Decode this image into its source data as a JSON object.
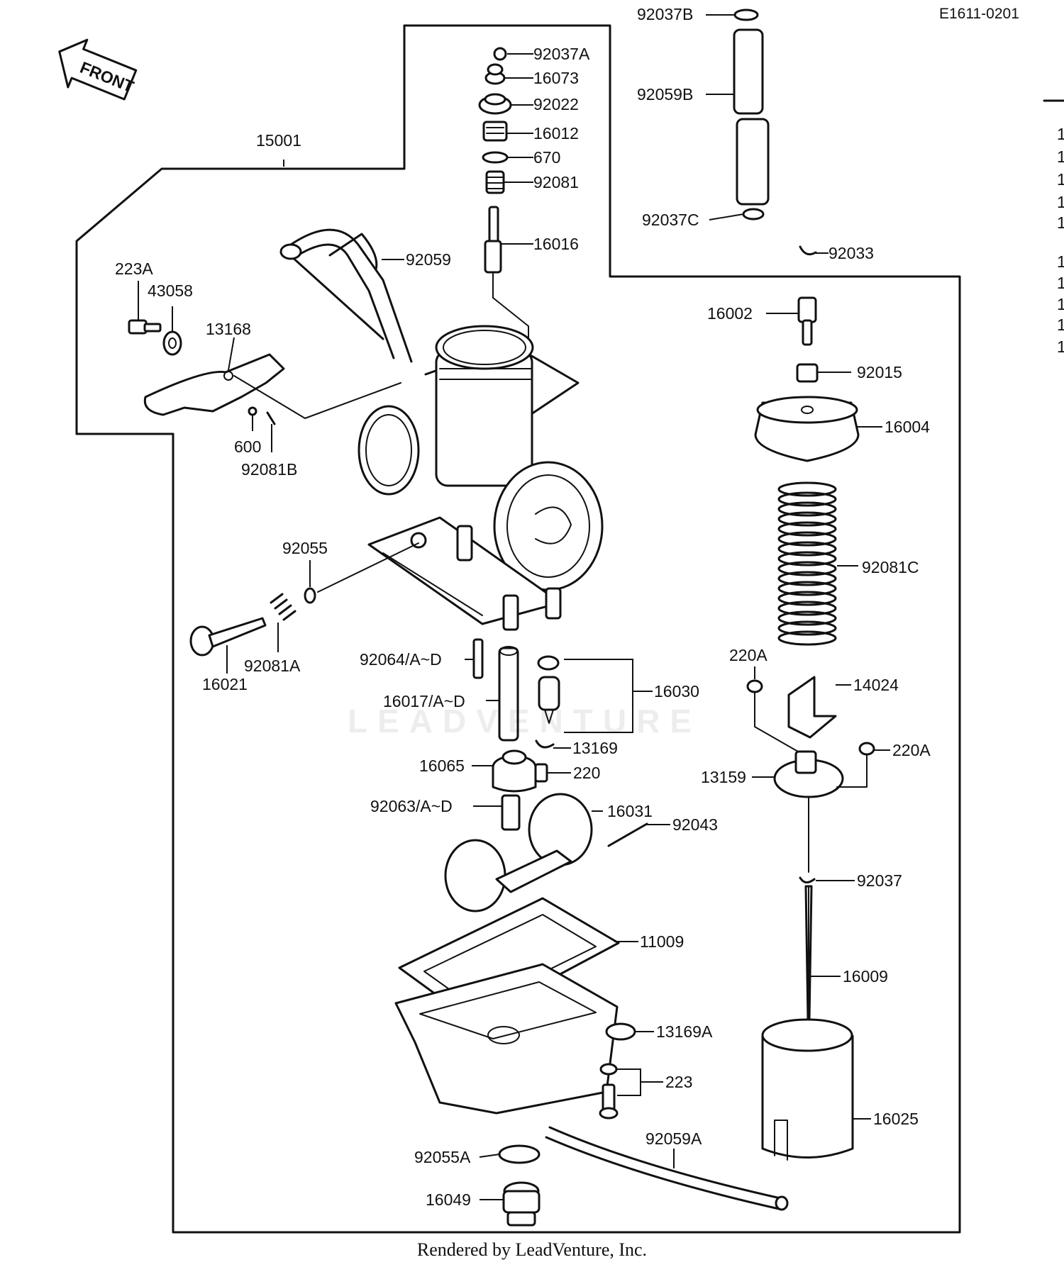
{
  "drawing": {
    "code": "E1611-0201",
    "front_label": "FRONT",
    "watermark": "LEADVENTURE",
    "footer": "Rendered by LeadVenture, Inc."
  },
  "parts": {
    "p92037B": "92037B",
    "p92037A": "92037A",
    "p16073": "16073",
    "p92022": "92022",
    "p16012": "16012",
    "p670": "670",
    "p92081": "92081",
    "p16016": "16016",
    "p92059B": "92059B",
    "p92037C": "92037C",
    "p92033": "92033",
    "p15001": "15001",
    "p92059": "92059",
    "p223A": "223A",
    "p43058": "43058",
    "p13168": "13168",
    "p600": "600",
    "p92081B": "92081B",
    "p16002": "16002",
    "p92015": "92015",
    "p16004": "16004",
    "p92081C": "92081C",
    "p92055": "92055",
    "p92081A": "92081A",
    "p16021": "16021",
    "p92064": "92064/A~D",
    "p16017": "16017/A~D",
    "p16030": "16030",
    "p13169": "13169",
    "p16065": "16065",
    "p220": "220",
    "p92063": "92063/A~D",
    "p16031": "16031",
    "p92043": "92043",
    "p220A_1": "220A",
    "p14024": "14024",
    "p220A_2": "220A",
    "p13159": "13159",
    "p92037": "92037",
    "p11009": "11009",
    "p16009": "16009",
    "p13169A": "13169A",
    "p223": "223",
    "p16025": "16025",
    "p92059A": "92059A",
    "p92055A": "92055A",
    "p16049": "16049"
  },
  "edge_marks": [
    "1",
    "1",
    "1",
    "1",
    "1",
    "1",
    "1",
    "1",
    "1",
    "1"
  ]
}
